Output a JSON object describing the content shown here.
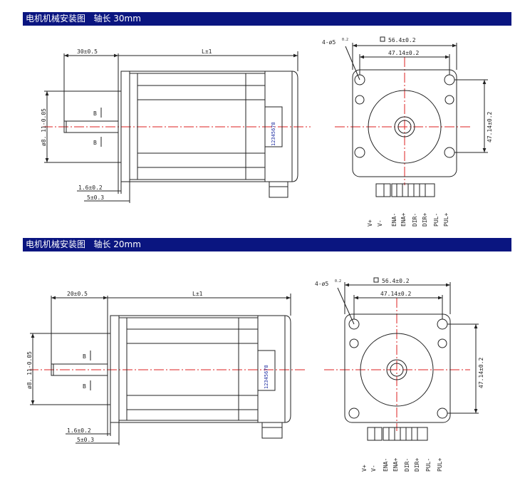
{
  "sections": [
    {
      "header": "电机机械安装图   轴长 30mm",
      "side": {
        "shaft_length": "30±0.5",
        "body_length": "L±1",
        "shaft_diameter": "ø8. 11-0.05",
        "flat_label_top": "B",
        "flat_label_bottom": "B",
        "flange_thickness": "1.6±0.2",
        "boss_length": "5±0.3",
        "dip_numbers": "12345678"
      },
      "front": {
        "hole_spec": "4-ø5",
        "hole_tol": "0.2",
        "flange_size": "56.4±0.2",
        "hole_spacing_h": "47.14±0.2",
        "hole_spacing_v": "47.14±0.2",
        "terminals": [
          "V+",
          "V-",
          "ENA-",
          "ENA+",
          "DIR-",
          "DIR+",
          "PUL-",
          "PUL+"
        ]
      }
    },
    {
      "header": "电机机械安装图   轴长 20mm",
      "side": {
        "shaft_length": "20±0.5",
        "body_length": "L±1",
        "shaft_diameter": "ø8. 11-0.05",
        "flat_label_top": "B",
        "flat_label_bottom": "B",
        "flange_thickness": "1.6±0.2",
        "boss_length": "5±0.3",
        "dip_numbers": "12345678"
      },
      "front": {
        "hole_spec": "4-ø5",
        "hole_tol": "0.2",
        "flange_size": "56.4±0.2",
        "hole_spacing_h": "47.14±0.2",
        "hole_spacing_v": "47.14±0.2",
        "terminals": [
          "V+",
          "V-",
          "ENA-",
          "ENA+",
          "DIR-",
          "DIR+",
          "PUL-",
          "PUL+"
        ]
      }
    }
  ]
}
